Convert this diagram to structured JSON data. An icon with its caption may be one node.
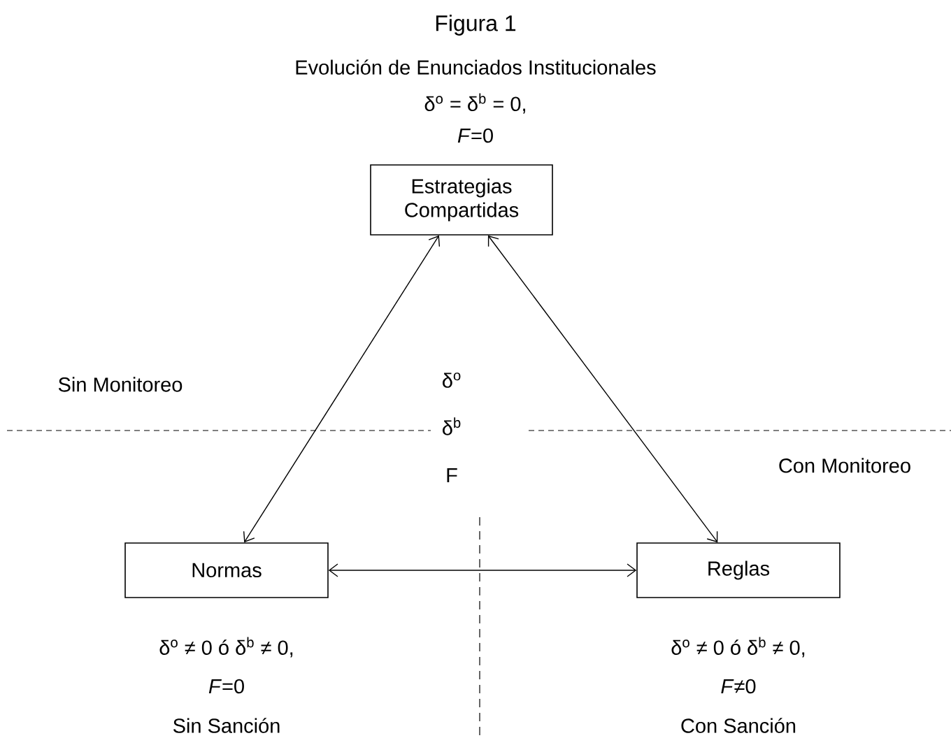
{
  "diagram": {
    "title": "Figura 1",
    "nodes": [
      {
        "text": [
          "Estrategias Compartidas"
        ],
        "beside": [
          "δ$^{o}$ = δ$^{b}$ = 0,",
          "*F*=0"
        ]
      },
      {
        "text": [
          "Normas"
        ],
        "beside": [
          "δ$^{o}$ ≠ 0 ó δ$^{b}$ ≠ 0,",
          "*F*=0",
          "Sin Sanción"
        ]
      },
      {
        "text": [
          "Reglas"
        ],
        "beside": [
          "δ$^{o}$ ≠ 0 ó δ$^{b}$ ≠ 0,",
          "*F*≠0",
          "Con Sanción"
        ]
      }
    ],
    "edges": [
      {
        "from": 0,
        "to": 1,
        "arrow": "both"
      },
      {
        "from": 0,
        "to": 2,
        "arrow": "both"
      },
      {
        "from": 1,
        "to": 2,
        "arrow": "both"
      }
    ],
    "labels": [
      "Evolución de Enunciados Institucionales",
      "Sin Monitoreo",
      "δ$^{o}$",
      "δ$^{b}$",
      "F",
      "Con Monitoreo"
    ]
  }
}
